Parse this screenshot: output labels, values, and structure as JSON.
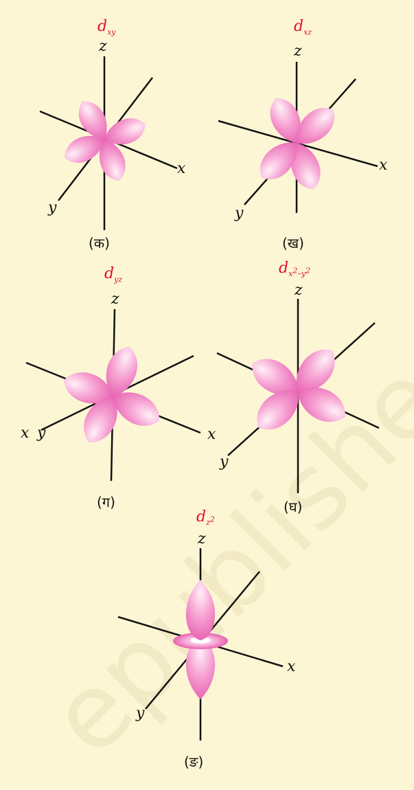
{
  "colors": {
    "lobe_light": "#fff0f8",
    "lobe_mid": "#f7a6d4",
    "lobe_dark": "#e55aae",
    "axis": "#111111",
    "title": "#e0102a",
    "background": "#fdf6d4"
  },
  "panels": {
    "ka": {
      "title_main": "d",
      "title_sub": "xy",
      "axis_z": "z",
      "axis_x": "x",
      "axis_y": "y",
      "caption": "(क)"
    },
    "kha": {
      "title_main": "d",
      "title_sub": "xz",
      "axis_z": "z",
      "axis_x": "x",
      "axis_y": "y",
      "caption": "(ख)"
    },
    "ga": {
      "title_main": "d",
      "title_sub": "yz",
      "axis_z": "z",
      "axis_x_left": "x",
      "axis_y": "y",
      "axis_x_right": "x",
      "caption": "(ग)"
    },
    "gha": {
      "title_main": "d",
      "title_sub_a": "x",
      "title_sup_a": "2",
      "title_sub_mid": "–y",
      "title_sup_b": "2",
      "axis_z": "z",
      "axis_y": "y",
      "caption": "(घ)"
    },
    "nga": {
      "title_main": "d",
      "title_sub": "z",
      "title_sup": "2",
      "axis_z": "z",
      "axis_x": "x",
      "axis_y": "y",
      "caption": "(ङ)"
    }
  },
  "watermark": "epublished"
}
